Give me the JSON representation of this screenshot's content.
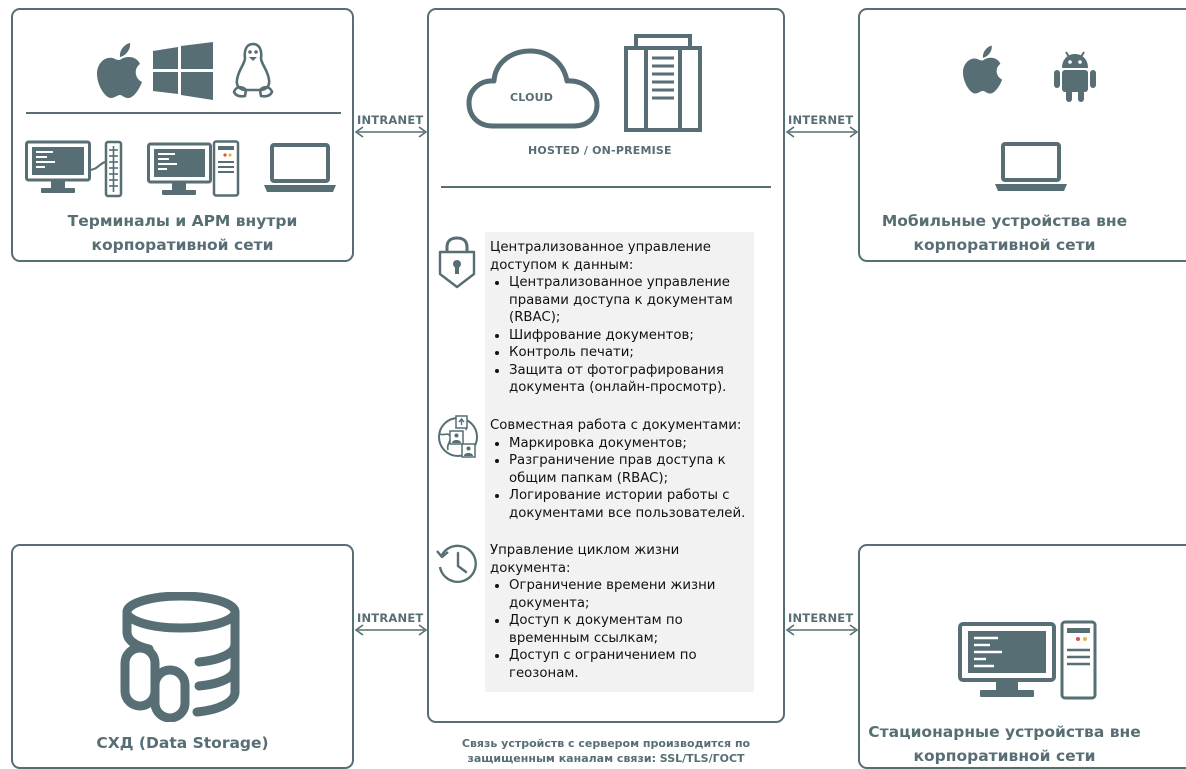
{
  "colors": {
    "accent": "#566e74",
    "feature_bg": "#f2f2f2"
  },
  "left_top": {
    "title_line1": "Терминалы и АРМ внутри",
    "title_line2": "корпоративной сети",
    "os_icons": [
      "apple-icon",
      "windows-icon",
      "linux-icon"
    ],
    "device_icons": [
      "desktop-keyboard-icon",
      "desktop-tower-icon",
      "laptop-icon"
    ]
  },
  "left_bottom": {
    "title": "СХД (Data Storage)",
    "icon": "database-link-icon"
  },
  "right_top": {
    "title_line1": "Мобильные устройства вне",
    "title_line2": "корпоративной сети",
    "os_icons": [
      "apple-icon",
      "android-icon"
    ],
    "device_icons": [
      "laptop-icon"
    ]
  },
  "right_bottom": {
    "title_line1": "Стационарные устройства вне",
    "title_line2": "корпоративной сети",
    "icon": "desktop-tower-icon"
  },
  "center": {
    "cloud_label": "CLOUD",
    "hosted_label": "HOSTED / ON-PREMISE",
    "sections": [
      {
        "icon": "lock-shield-icon",
        "heading": "Централизованное управление доступом к данным:",
        "items": [
          "Централизованное управление правами доступа к документам (RBAC);",
          "Шифрование документов;",
          "Контроль печати;",
          "Защита от фотографирования документа (онлайн-просмотр)."
        ]
      },
      {
        "icon": "collaboration-icon",
        "heading": "Совместная работа с документами:",
        "items": [
          "Маркировка документов;",
          "Разграничение прав доступа к общим папкам (RBAC);",
          "Логирование истории работы с документами все пользователей."
        ]
      },
      {
        "icon": "history-clock-icon",
        "heading": "Управление циклом жизни документа:",
        "items": [
          "Ограничение времени жизни документа;",
          "Доступ к документам по временным ссылкам;",
          "Доступ с ограничением по геозонам."
        ]
      }
    ]
  },
  "connections": {
    "top_left": "INTRANET",
    "top_right": "INTERNET",
    "bottom_left": "INTRANET",
    "bottom_right": "INTERNET"
  },
  "footer": {
    "line1": "Связь устройств с сервером производится по",
    "line2": "защищенным каналам связи: SSL/TLS/ГОСТ"
  }
}
